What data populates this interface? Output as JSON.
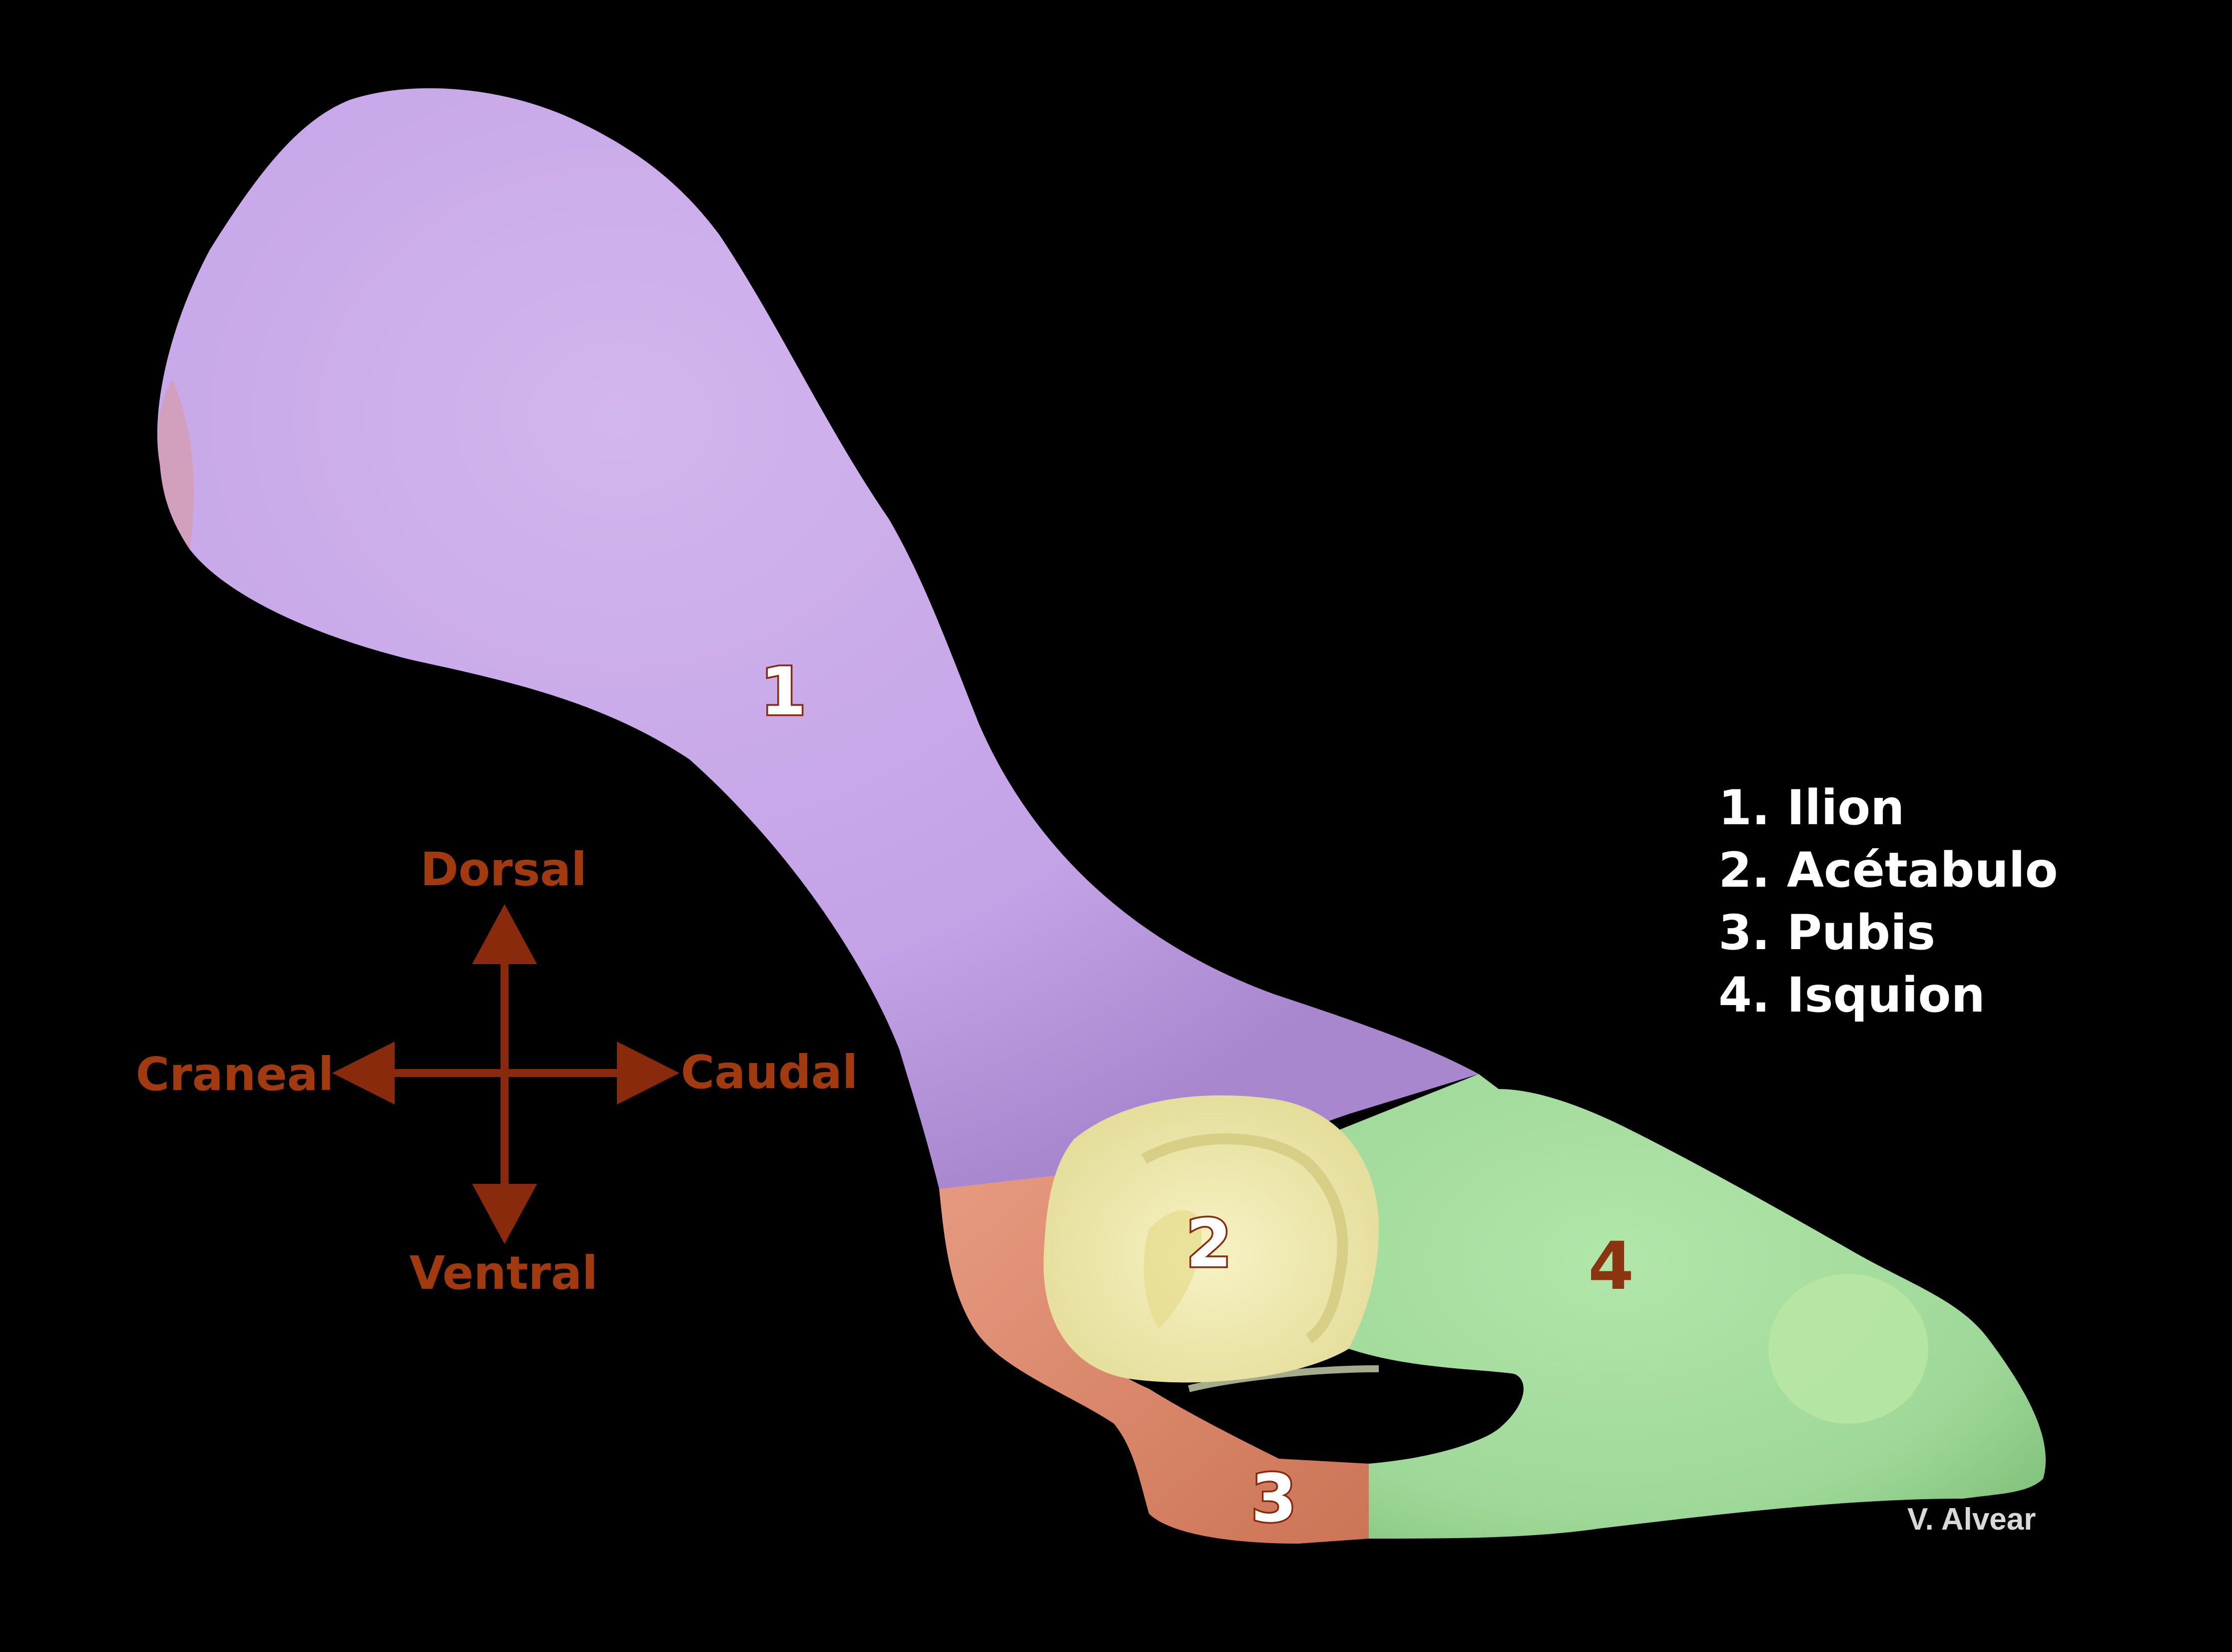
{
  "region_labels": {
    "ilion": "1",
    "acetabulo": "2",
    "pubis": "3",
    "isquion": "4"
  },
  "legend": [
    "1. Ilion",
    "2. Acétabulo",
    "3. Pubis",
    "4. Isquion"
  ],
  "directions": {
    "dorsal": "Dorsal",
    "ventral": "Ventral",
    "craneal": "Craneal",
    "caudal": "Caudal"
  },
  "credit": "V. Alvear",
  "colors": {
    "background": "#000000",
    "ilion": "#c3a2e6",
    "acetabulo": "#efe9ad",
    "pubis": "#e08e72",
    "isquion": "#9ed898",
    "arrow": "#8a2a0c",
    "direction_text": "#a23a10",
    "legend_text": "#ffffff"
  }
}
